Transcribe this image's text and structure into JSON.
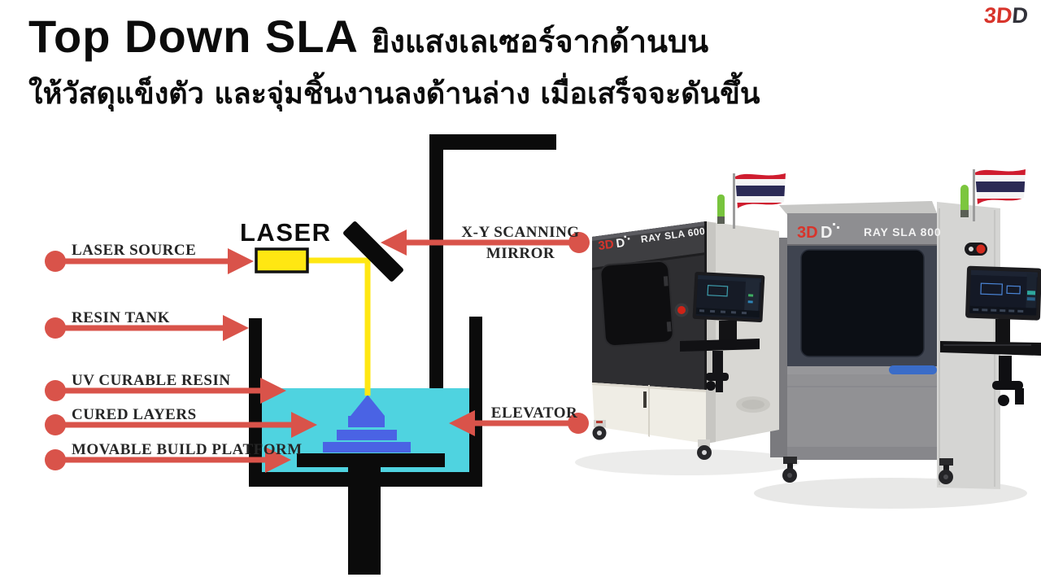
{
  "header": {
    "title": "Top Down SLA",
    "subtitle_th": "ยิงแสงเลเซอร์จากด้านบน",
    "description_th": "ให้วัสดุแข็งตัว และจุ่มชิ้นงานลงด้านล่าง เมื่อเสร็จจะดันขึ้น",
    "brand": {
      "part1": "3D",
      "part2": "D"
    }
  },
  "diagram": {
    "labels": {
      "laser_source": "LASER SOURCE",
      "laser_unit": "LASER",
      "xy_mirror_line1": "X-Y SCANNING",
      "xy_mirror_line2": "MIRROR",
      "resin_tank": "RESIN TANK",
      "uv_curable_resin": "UV CURABLE RESIN",
      "cured_layers": "CURED LAYERS",
      "movable_build_platform": "MOVABLE BUILD PLATFORM",
      "elevator": "ELEVATOR"
    },
    "colors": {
      "arrow_red": "#d9534a",
      "laser_yellow": "#ffe712",
      "resin_cyan": "#4fd3e0",
      "cured_layer_blue": "#4a63e4",
      "structure_black": "#0b0b0b"
    }
  },
  "printers": {
    "left": {
      "brand_part1": "3D",
      "brand_part2": "D",
      "model": "RAY SLA 600"
    },
    "right": {
      "brand_part1": "3D",
      "brand_part2": "D",
      "model": "RAY SLA 800"
    }
  }
}
